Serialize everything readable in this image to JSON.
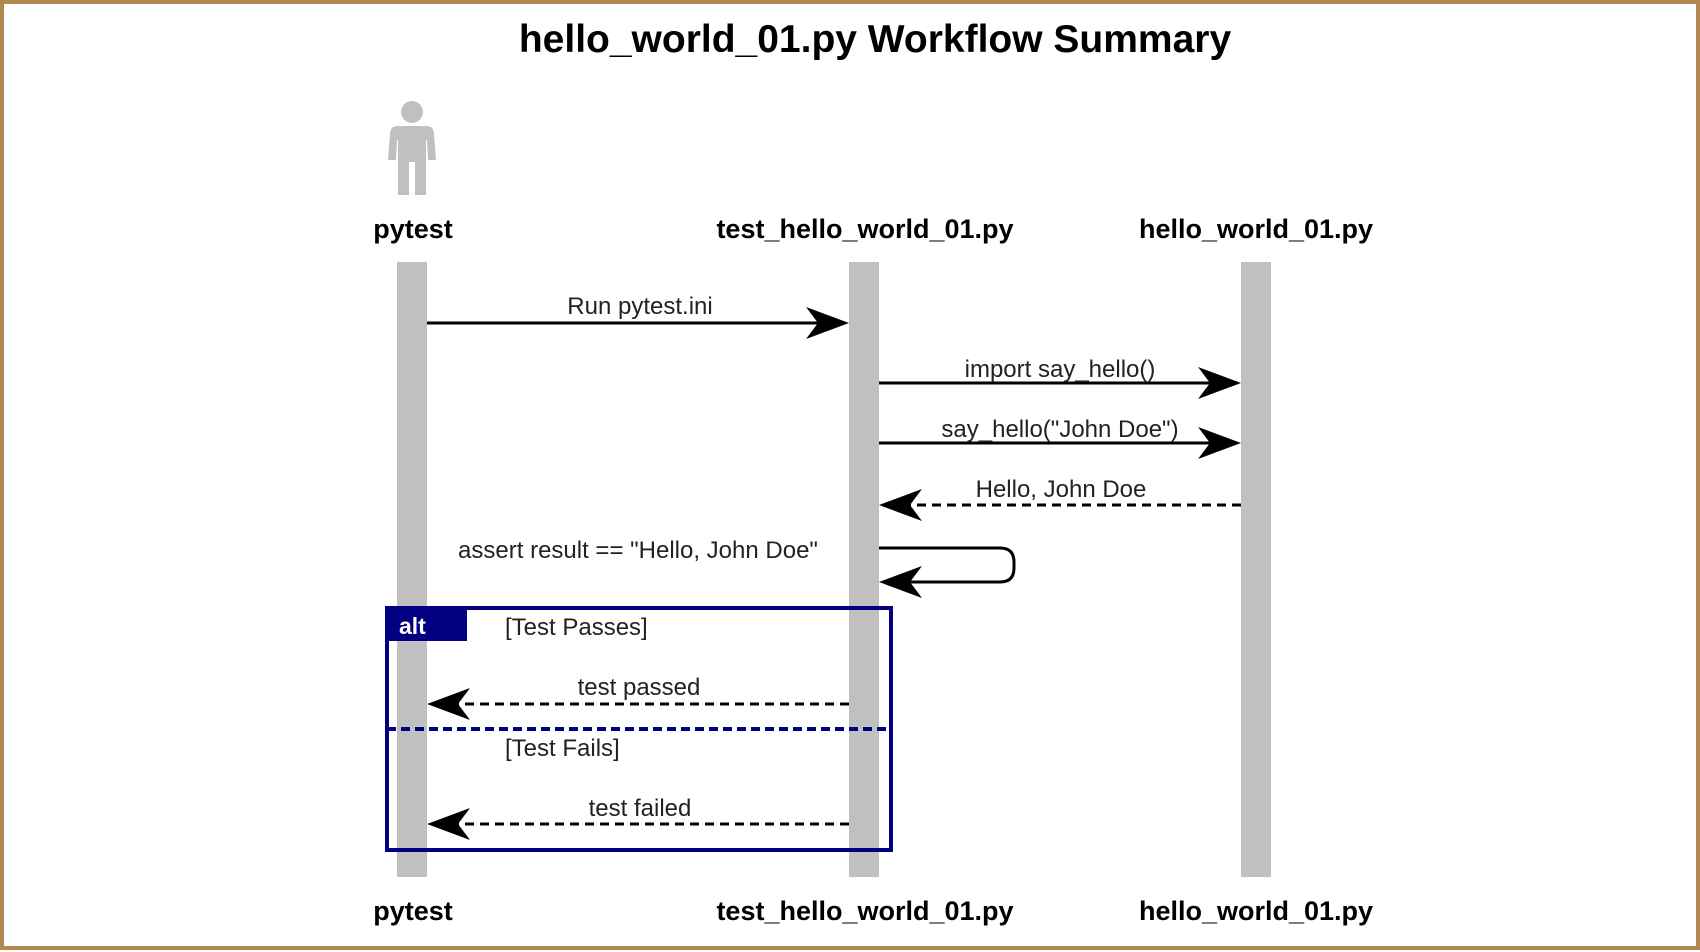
{
  "title": "hello_world_01.py Workflow Summary",
  "colors": {
    "frame_border": "#b08850",
    "lifeline": "#c0c0c0",
    "actor": "#c0c0c0",
    "arrow": "#000000",
    "fragment": "#000080",
    "fragment_label_text": "#ffffff"
  },
  "participants": [
    {
      "id": "pytest",
      "label": "pytest",
      "kind": "actor",
      "icon": "person-icon"
    },
    {
      "id": "test",
      "label": "test_hello_world_01.py",
      "kind": "participant"
    },
    {
      "id": "hello",
      "label": "hello_world_01.py",
      "kind": "participant"
    }
  ],
  "messages": [
    {
      "from": "pytest",
      "to": "test",
      "label": "Run pytest.ini",
      "style": "solid"
    },
    {
      "from": "test",
      "to": "hello",
      "label": "import say_hello()",
      "style": "solid"
    },
    {
      "from": "test",
      "to": "hello",
      "label": "say_hello(\"John Doe\")",
      "style": "solid"
    },
    {
      "from": "hello",
      "to": "test",
      "label": "Hello, John Doe",
      "style": "dashed"
    },
    {
      "from": "test",
      "to": "test",
      "label": "assert result == \"Hello, John Doe\"",
      "style": "self"
    }
  ],
  "alt": {
    "label": "alt",
    "branches": [
      {
        "condition": "[Test Passes]",
        "message": {
          "from": "test",
          "to": "pytest",
          "label": "test passed",
          "style": "dashed"
        }
      },
      {
        "condition": "[Test Fails]",
        "message": {
          "from": "test",
          "to": "pytest",
          "label": "test failed",
          "style": "dashed"
        }
      }
    ]
  }
}
